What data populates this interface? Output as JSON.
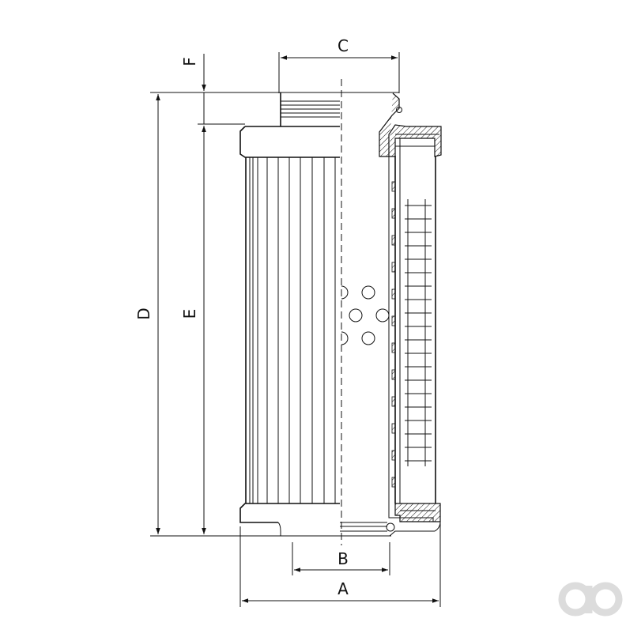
{
  "labels": {
    "A": "A",
    "B": "B",
    "C": "C",
    "D": "D",
    "E": "E",
    "F": "F"
  },
  "colors": {
    "line": "#111111",
    "logo": "#dcdcdc",
    "background": "#ffffff"
  },
  "logo": {
    "icon": "ao-logo-icon"
  }
}
